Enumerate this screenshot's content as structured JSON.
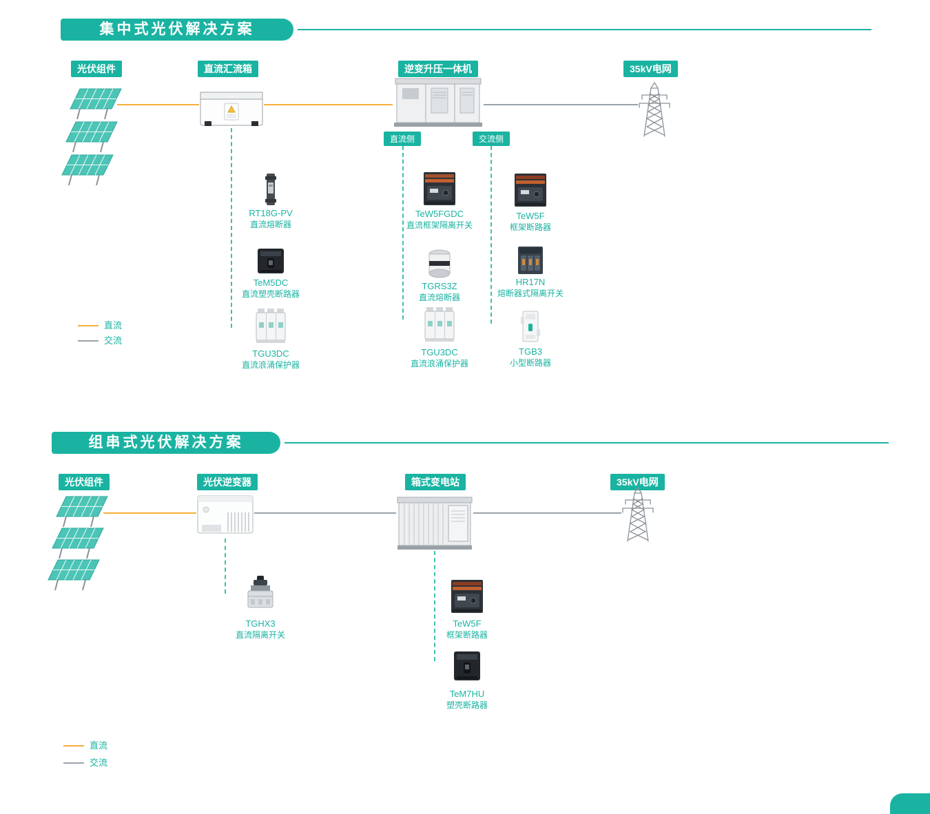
{
  "colors": {
    "accent": "#1ab3a2",
    "dc_line": "#f6ae3c",
    "ac_line": "#9aa2a9"
  },
  "section1": {
    "title": "集中式光伏解决方案",
    "nodes": {
      "pv": "光伏组件",
      "combiner": "直流汇流箱",
      "inverter": "逆变升压一体机",
      "grid": "35kV电网"
    },
    "side_labels": {
      "dc": "直流侧",
      "ac": "交流侧"
    },
    "products": [
      {
        "name": "RT18G-PV",
        "desc": "直流熔断器"
      },
      {
        "name": "TeM5DC",
        "desc": "直流塑壳断路器"
      },
      {
        "name": "TGU3DC",
        "desc": "直流浪涌保护器"
      },
      {
        "name": "TeW5FGDC",
        "desc": "直流框架隔离开关"
      },
      {
        "name": "TGRS3Z",
        "desc": "直流熔断器"
      },
      {
        "name": "TGU3DC",
        "desc": "直流浪涌保护器"
      },
      {
        "name": "TeW5F",
        "desc": "框架断路器"
      },
      {
        "name": "HR17N",
        "desc": "熔断器式隔离开关"
      },
      {
        "name": "TGB3",
        "desc": "小型断路器"
      }
    ],
    "legend": {
      "dc": "直流",
      "ac": "交流"
    }
  },
  "section2": {
    "title": "组串式光伏解决方案",
    "nodes": {
      "pv": "光伏组件",
      "inverter": "光伏逆变器",
      "substation": "箱式变电站",
      "grid": "35kV电网"
    },
    "products": [
      {
        "name": "TGHX3",
        "desc": "直流隔离开关"
      },
      {
        "name": "TeW5F",
        "desc": "框架断路器"
      },
      {
        "name": "TeM7HU",
        "desc": "塑壳断路器"
      }
    ],
    "legend": {
      "dc": "直流",
      "ac": "交流"
    }
  }
}
